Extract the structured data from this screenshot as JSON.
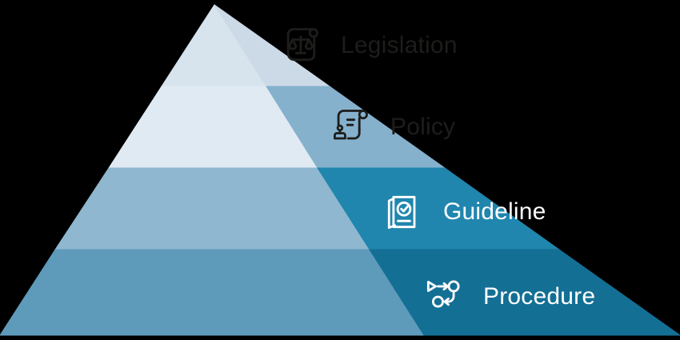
{
  "background_color": "#000000",
  "pyramid": {
    "levels": [
      {
        "label": "Legislation",
        "icon": "scales-scroll-icon",
        "segment_color_left": "#d7e4ee",
        "segment_color_right": "#ccdae7",
        "text_color": "#1d1d1b"
      },
      {
        "label": "Policy",
        "icon": "stamp-scroll-icon",
        "segment_color_left": "#e0eaf2",
        "segment_color_right": "#85b1cd",
        "text_color": "#1d1d1b"
      },
      {
        "label": "Guideline",
        "icon": "checked-document-icon",
        "segment_color_left": "#8fb7d0",
        "segment_color_right": "#2086ae",
        "text_color": "#ffffff"
      },
      {
        "label": "Procedure",
        "icon": "flowchart-icon",
        "segment_color_left": "#5e9aba",
        "segment_color_right": "#146f94",
        "text_color": "#ffffff"
      }
    ]
  }
}
